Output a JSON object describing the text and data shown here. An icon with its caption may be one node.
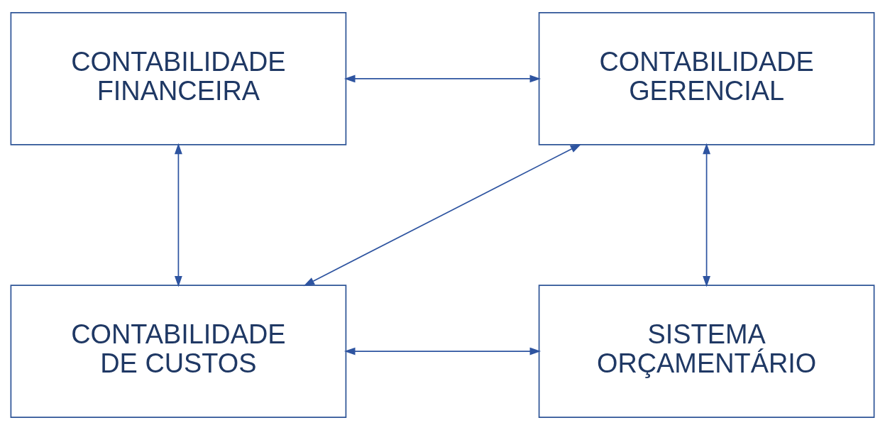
{
  "diagram": {
    "nodes": [
      {
        "text": [
          "CONTABILIDADE FINANCEIRA"
        ]
      },
      {
        "text": [
          "CONTABILIDADE GERENCIAL"
        ]
      },
      {
        "text": [
          "CONTABILIDADE DE CUSTOS"
        ]
      },
      {
        "text": [
          "SISTEMA ORÇAMENTÁRIO"
        ]
      }
    ],
    "edges": [
      {
        "from": 0,
        "to": 1,
        "arrow": "both"
      },
      {
        "from": 0,
        "to": 2,
        "arrow": "both"
      },
      {
        "from": 1,
        "to": 2,
        "arrow": "both"
      },
      {
        "from": 1,
        "to": 3,
        "arrow": "both"
      },
      {
        "from": 2,
        "to": 3,
        "arrow": "both"
      }
    ]
  }
}
